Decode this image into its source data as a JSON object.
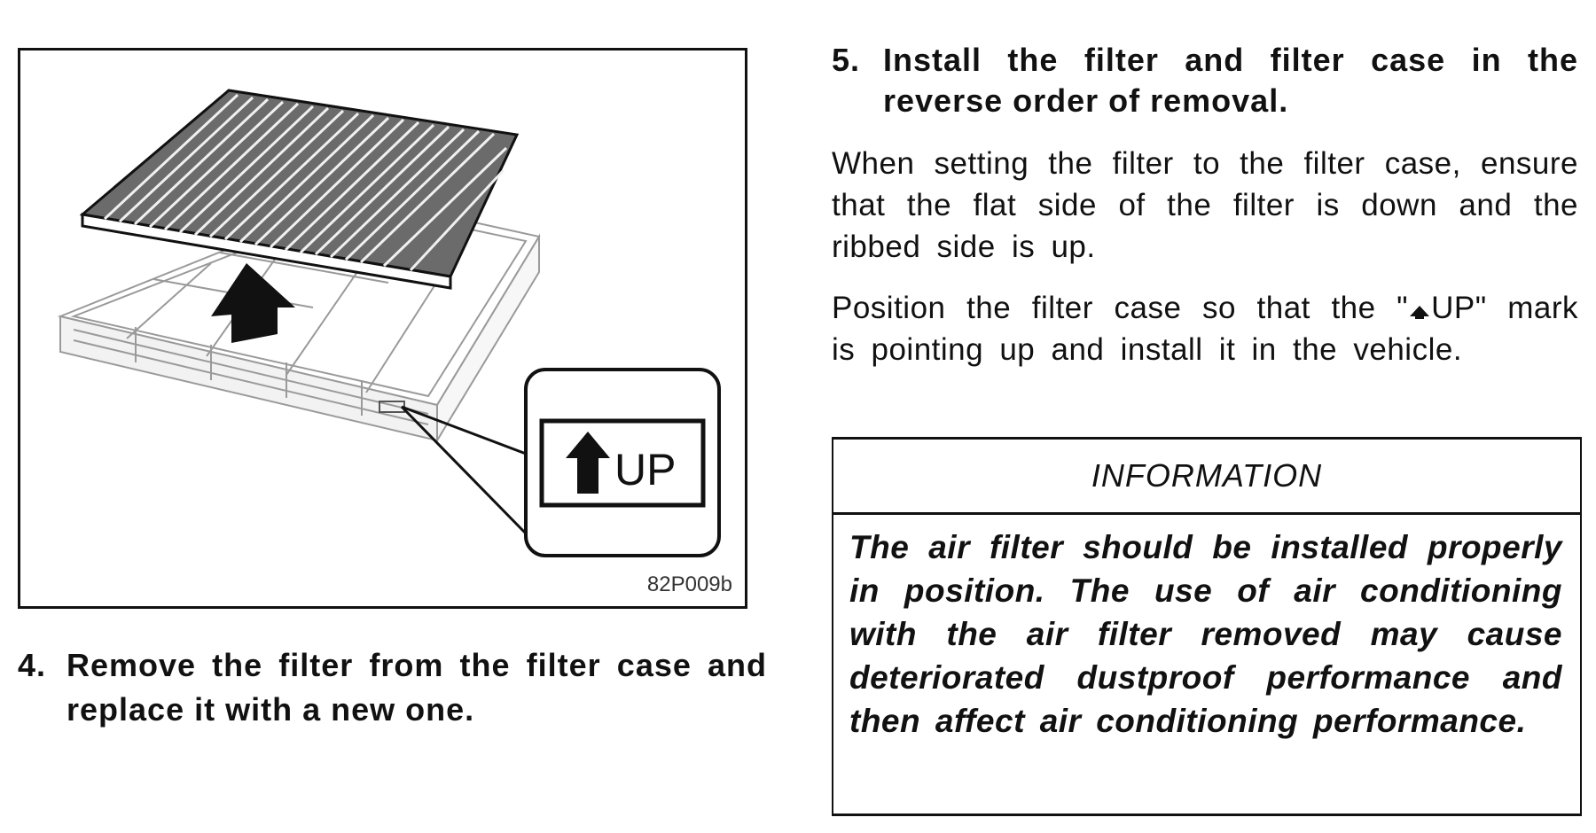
{
  "figure": {
    "code": "82P009b",
    "callout_label": "UP",
    "callout_arrow_icon": "up-arrow-icon"
  },
  "step4": {
    "number": "4.",
    "text": "Remove the filter from the filter case and replace it with a new one."
  },
  "step5": {
    "number": "5.",
    "text": "Install the filter and filter case in the reverse order of removal."
  },
  "paragraph1": "When setting the filter to the filter case, ensure that the flat side of the filter is down and the ribbed side is up.",
  "paragraph2": {
    "before": "Position the filter case so that the \"",
    "mark_icon": "small-up-arrow-icon",
    "mark": "UP",
    "after": "\" mark is pointing up and install it in the vehicle."
  },
  "information": {
    "heading": "INFORMATION",
    "body": "The air filter should be installed properly in position. The use of air conditioning with the air filter removed may cause deteriorated dustproof performance and then affect air conditioning performance."
  }
}
